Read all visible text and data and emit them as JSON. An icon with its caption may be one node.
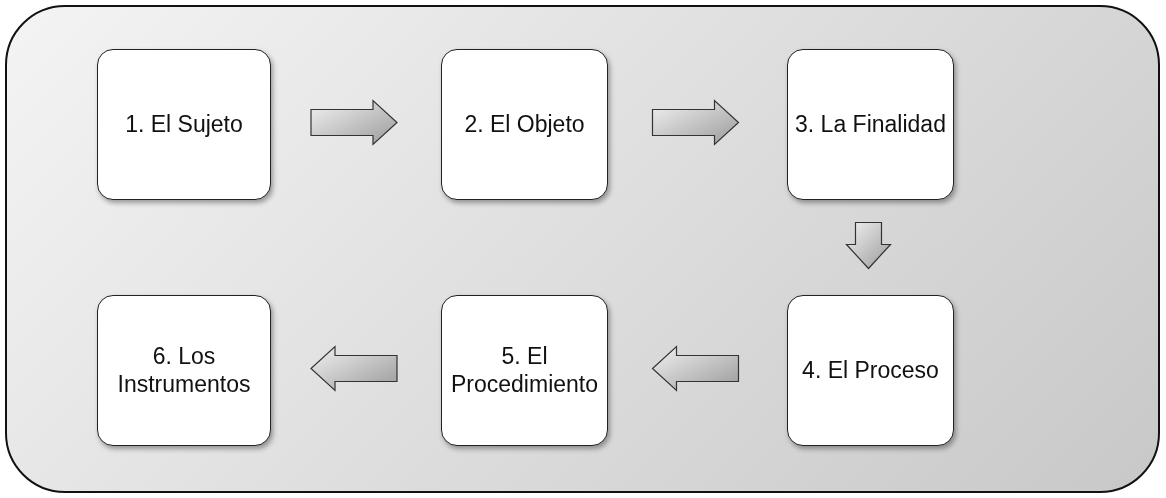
{
  "diagram": {
    "nodes": [
      {
        "text": [],
        "shape": "box"
      },
      {
        "text": [
          "1. El Sujeto"
        ],
        "in": 0
      },
      {
        "text": [
          "2. El Objeto"
        ],
        "in": 0
      },
      {
        "text": [
          "3. La Finalidad"
        ],
        "in": 0
      },
      {
        "text": [
          "4. El Proceso"
        ],
        "in": 0
      },
      {
        "text": [
          "5. El Procedimiento"
        ],
        "in": 0
      },
      {
        "text": [
          "6. Los Instrumentos"
        ],
        "in": 0
      }
    ],
    "edges": [
      {
        "from": 1,
        "to": 2,
        "arrow": "to"
      },
      {
        "from": 2,
        "to": 3,
        "arrow": "to"
      },
      {
        "from": 3,
        "to": 4,
        "arrow": "to"
      },
      {
        "from": 4,
        "to": 5,
        "arrow": "to"
      },
      {
        "from": 5,
        "to": 6,
        "arrow": "to"
      }
    ]
  }
}
